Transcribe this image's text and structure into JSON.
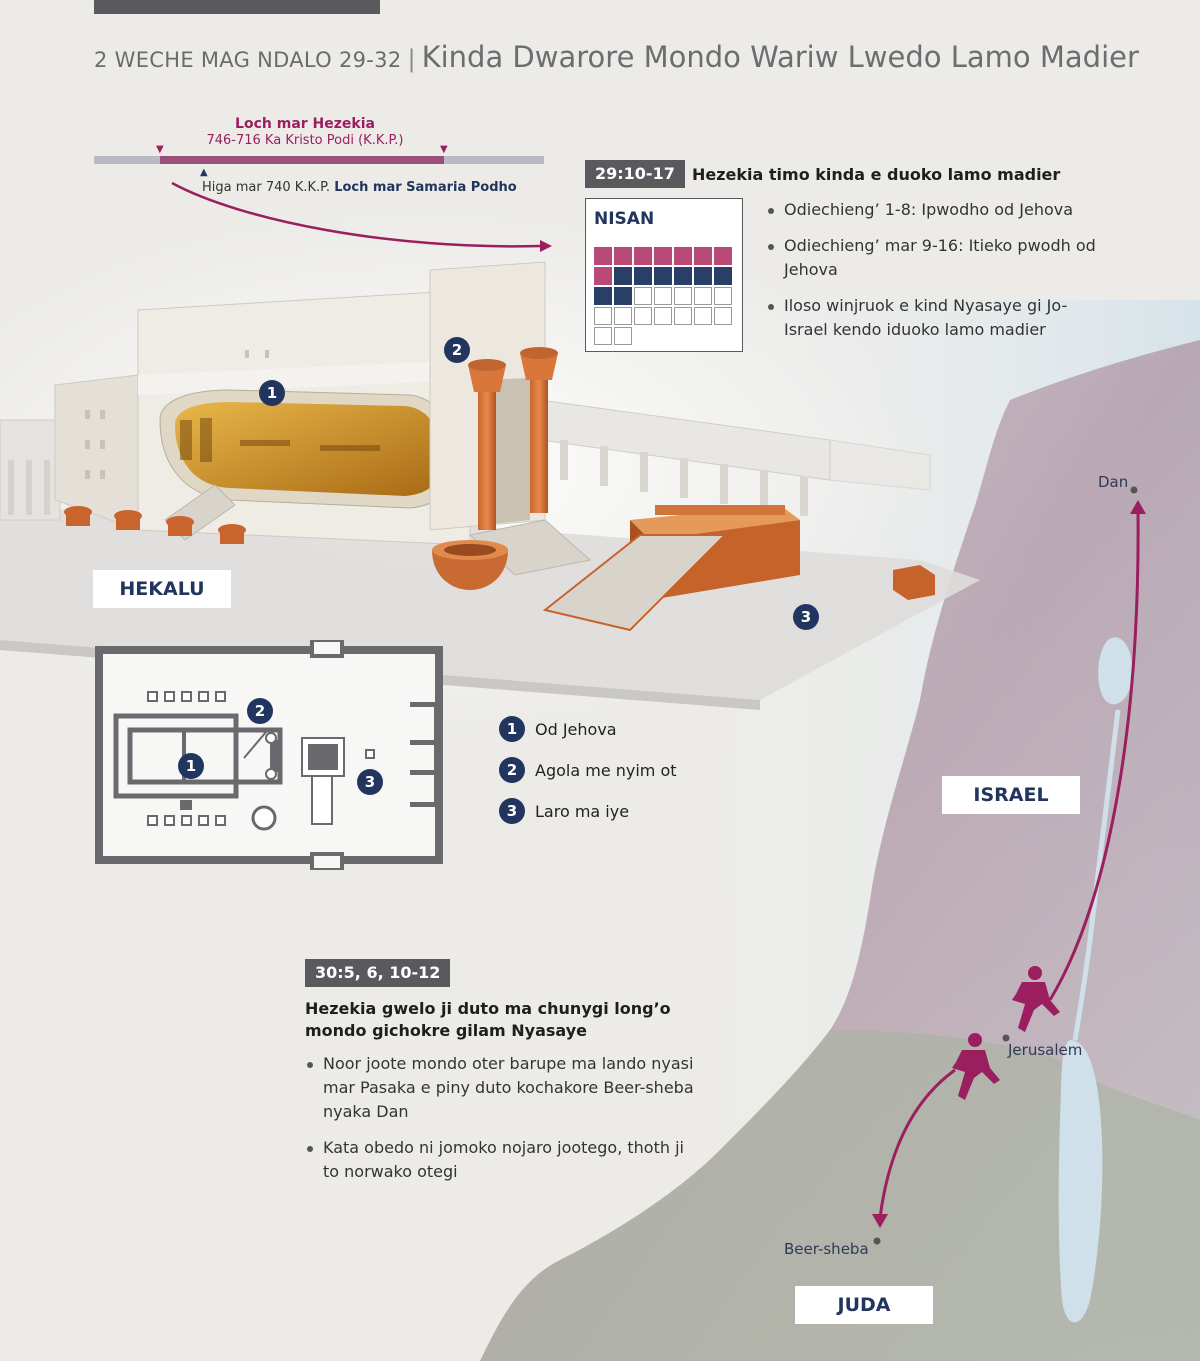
{
  "header": {
    "kicker": "2 WECHE MAG NDALO 29-32",
    "separator": "|",
    "title": "Kinda Dwarore Mondo Wariw Lwedo Lamo Madier"
  },
  "timeline": {
    "reign_title": "Loch mar Hezekia",
    "reign_dates": "746-716 Ka Kristo Podi (K.K.P.)",
    "event_prefix": "Higa mar 740 K.K.P.",
    "event_bold": "Loch mar Samaria Podho"
  },
  "section1": {
    "ref": "29:10-17",
    "title": "Hezekia timo kinda e duoko lamo madier",
    "bullets": [
      "Odiechieng’ 1-8: Ipwodho od Jehova",
      "Odiechieng’ mar 9-16: Itieko pwodh od Jehova",
      "Iloso winjruok e kind Nyasaye gi Jo-Israel kendo iduoko lamo madier"
    ]
  },
  "calendar": {
    "month": "NISAN",
    "days_total": 30,
    "purple_days": 8,
    "blue_days": 8,
    "colors": {
      "purple": "#b94a78",
      "blue": "#2a3f68"
    }
  },
  "temple": {
    "label": "HEKALU",
    "markers": [
      "1",
      "2",
      "3"
    ]
  },
  "legend": {
    "items": [
      {
        "num": "1",
        "label": "Od Jehova"
      },
      {
        "num": "2",
        "label": "Agola me nyim ot"
      },
      {
        "num": "3",
        "label": "Laro ma iye"
      }
    ]
  },
  "section2": {
    "ref": "30:5, 6, 10-12",
    "title": "Hezekia gwelo ji duto ma chunygi long’o mondo gichokre gilam Nyasaye",
    "bullets": [
      "Noor joote mondo oter barupe ma lando nyasi mar Pasaka e piny duto kochakore Beer-sheba nyaka Dan",
      "Kata obedo ni jomoko nojaro jootego, thoth ji to norwako otegi"
    ]
  },
  "map": {
    "regions": {
      "israel": "ISRAEL",
      "juda": "JUDA"
    },
    "places": {
      "dan": "Dan",
      "jerusalem": "Jerusalem",
      "beersheba": "Beer-sheba"
    }
  },
  "colors": {
    "accent": "#9b1f5e",
    "navy": "#22355e",
    "ref_bg": "#5a5a5e"
  }
}
